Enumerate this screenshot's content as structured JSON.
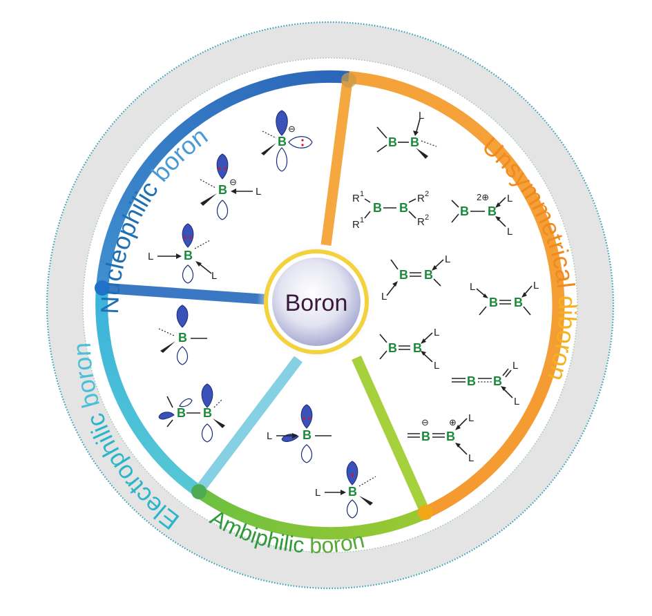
{
  "center": {
    "label": "Boron"
  },
  "sectors": {
    "nucleophilic": {
      "pre": "Nucleophilic",
      "post": " boron",
      "color_pre": "#1f6fb5",
      "color_post": "#4a9ad6"
    },
    "unsymmetrical": {
      "pre": "Unsymmetrical",
      "post": " diboron",
      "color_pre": "#f08a1e",
      "color_post": "#f6b21e"
    },
    "electrophilic": {
      "pre": "Electrophilic",
      "post": " boron",
      "color_pre": "#2bb5c9",
      "color_post": "#4ac0d8"
    },
    "ambiphilic": {
      "pre": "Ambiphilic",
      "post": " boron",
      "color_pre": "#2f9a3a",
      "color_post": "#5aa83a"
    }
  },
  "glyphs": {
    "B": "B",
    "L": "L",
    "R": "R",
    "one": "1",
    "two": "2",
    "minus": "−",
    "plus": "+",
    "ominus": "⊖",
    "oplus": "⊕",
    "charge2": "2⊕"
  },
  "colors": {
    "outer_band": "#e4e4e4",
    "spoke_nucleo": "#3b78c4",
    "spoke_unsym": "#f5a740",
    "spoke_electro": "#86d0e4",
    "spoke_ambi": "#a6d03c",
    "boron_text": "#1a8a3a",
    "lobe": "#3a52b8",
    "center_ring": "#f3d23c"
  }
}
